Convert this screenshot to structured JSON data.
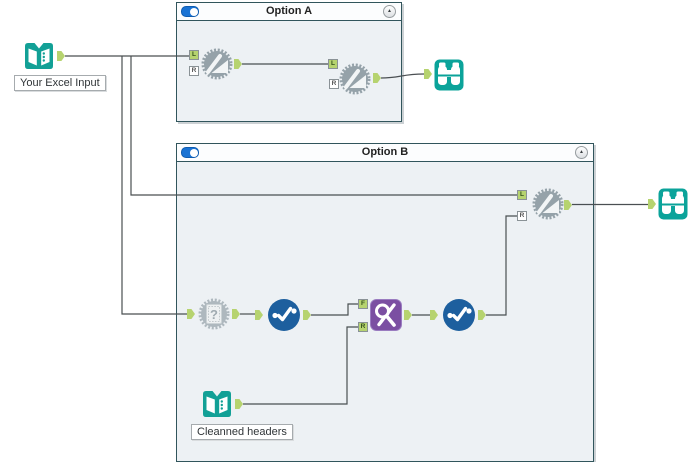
{
  "workflow": {
    "containers": {
      "a": {
        "title": "Option A",
        "enabled": true
      },
      "b": {
        "title": "Option B",
        "enabled": true
      }
    },
    "annotations": {
      "input_excel": "Your Excel Input",
      "input_headers": "Cleanned headers"
    },
    "anchors": {
      "L": "L",
      "R": "R",
      "F": "F"
    },
    "glyphs": {
      "question_mark": "?",
      "collapse_arrow": "▲"
    },
    "tools": {
      "input_excel": "input-data",
      "formula_a1": "formula-macro",
      "formula_a2": "formula-macro",
      "browse_a": "browse",
      "formula_b": "formula-macro",
      "browse_b": "browse",
      "question_macro": "rename-macro",
      "select_1": "select",
      "find_replace": "find-replace",
      "select_2": "select",
      "input_headers": "input-data"
    },
    "colors": {
      "input_teal": "#12A096",
      "browse_teal": "#0BA39A",
      "select_blue": "#1D5F9E",
      "find_replace_purple": "#7B4FA2",
      "macro_gray": "#95A2A9",
      "anchor_green": "#B6D36F",
      "container_border": "#31555C",
      "container_body": "#EDF1F4",
      "toggle_blue": "#1A73D4",
      "connector": "#4A4F52"
    }
  }
}
